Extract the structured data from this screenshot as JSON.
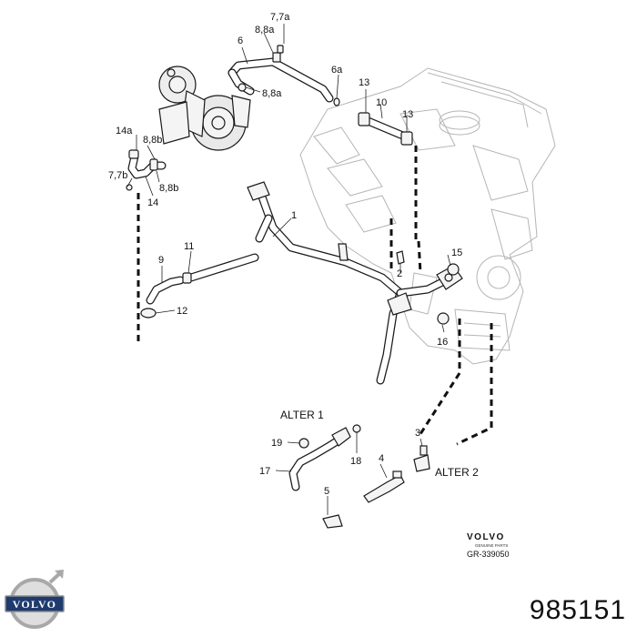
{
  "callouts": {
    "c1": "1",
    "c2": "2",
    "c3": "3",
    "c4": "4",
    "c5": "5",
    "c6": "6",
    "c6a": "6a",
    "c77a": "7,7a",
    "c88a_top": "8,8a",
    "c88a_mid": "8,8a",
    "c9": "9",
    "c10": "10",
    "c11": "11",
    "c12": "12",
    "c13a": "13",
    "c13b": "13",
    "c14": "14",
    "c14a": "14a",
    "c15": "15",
    "c16": "16",
    "c17": "17",
    "c18": "18",
    "c19": "19",
    "c77b": "7,7b",
    "c88b_a": "8,8b",
    "c88b_b": "8,8b"
  },
  "alternatives": {
    "alter1": "ALTER 1",
    "alter2": "ALTER 2"
  },
  "branding": {
    "brand": "VOLVO",
    "sub": "GENUINE PARTS",
    "ref": "GR-339050",
    "logo_text": "VOLVO"
  },
  "part_number": "985151"
}
